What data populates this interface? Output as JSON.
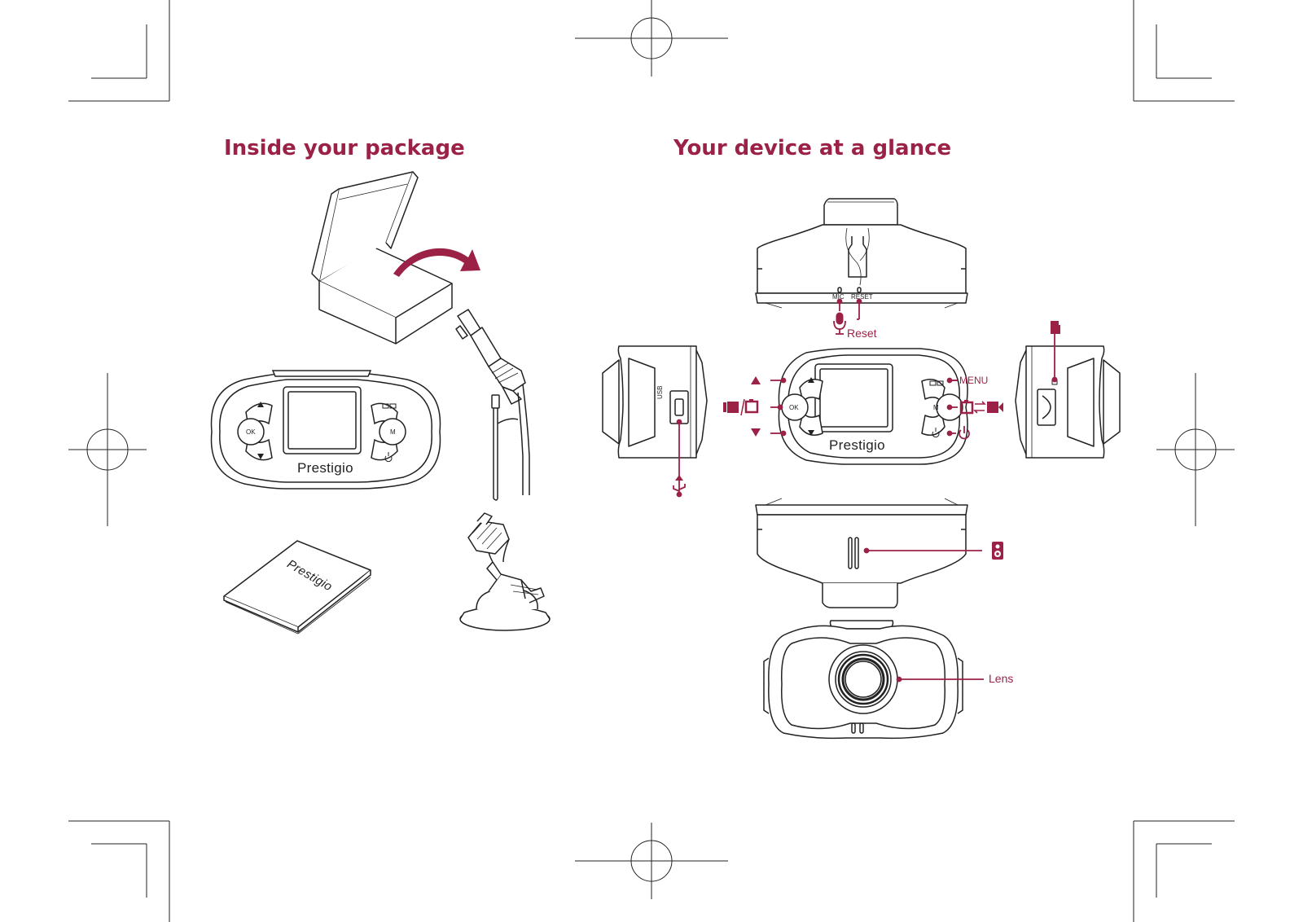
{
  "titles": {
    "package": "Inside your package",
    "device": "Your device at a glance"
  },
  "labels": {
    "reset": "Reset",
    "menu": "MENU",
    "lens": "Lens",
    "mic_small": "MIC",
    "reset_small": "RESET",
    "usb_small": "USB"
  },
  "device": {
    "brand": "Prestigio",
    "ok": "OK",
    "m": "M"
  },
  "manual": {
    "brand": "Prestigio"
  },
  "icons": {
    "mic": "microphone-icon",
    "usb": "usb-icon",
    "sd": "sd-card-icon",
    "speaker": "speaker-icon",
    "power": "power-icon",
    "mode_switch": "camera-video-switch-icon",
    "record_photo": "video-photo-icon"
  },
  "colors": {
    "accent": "#9b2246",
    "line": "#222222"
  }
}
